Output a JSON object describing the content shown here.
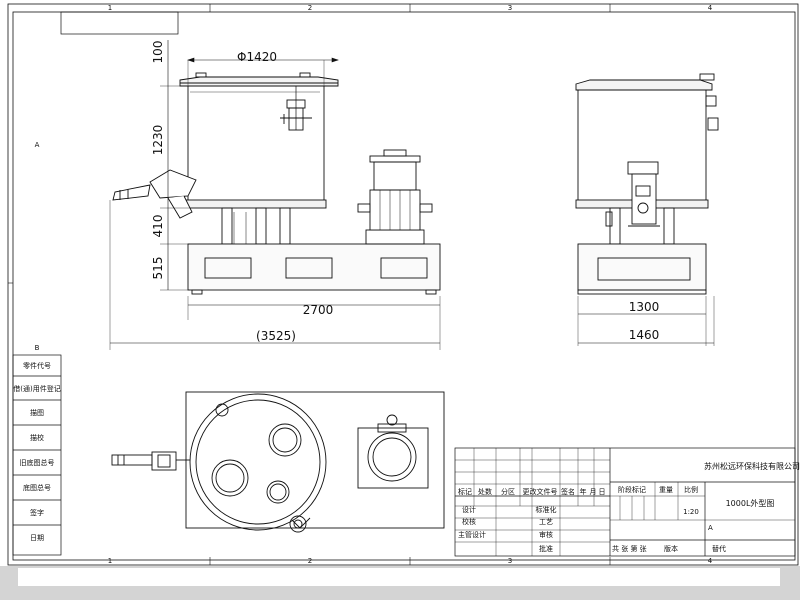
{
  "frame": {
    "top_zones": [
      "1",
      "2",
      "3",
      "4"
    ],
    "bottom_zones": [
      "1",
      "2",
      "3",
      "4"
    ],
    "left_rows": [
      "A",
      "B"
    ]
  },
  "front_view": {
    "diameter_label": "Φ1420",
    "height_labels": [
      "100",
      "1230",
      "410",
      "515"
    ],
    "width_label": "2700",
    "overall_width_label": "(3525)"
  },
  "side_view": {
    "width_label": "1300",
    "overall_width_label": "1460"
  },
  "left_table": {
    "rows": [
      "零件代号",
      "借(通)用件登记",
      "描图",
      "描校",
      "旧底图总号",
      "底图总号",
      "签字",
      "日期"
    ]
  },
  "title_block": {
    "revision_headers": [
      "标记",
      "处数",
      "分区",
      "更改文件号",
      "签名",
      "年",
      "月",
      "日"
    ],
    "roles": [
      "设计",
      "校核",
      "主管设计"
    ],
    "approvals": [
      "标准化",
      "工艺",
      "审核",
      "批准"
    ],
    "stage_headers": [
      "阶段标记",
      "重量",
      "比例"
    ],
    "scale": "1:20",
    "company": "苏州松远环保科技有限公司",
    "drawing_title": "1000L外型图",
    "sheet_text": "共  张  第  张",
    "version": "版本",
    "replace": "替代",
    "zone": "A"
  },
  "colors": {
    "line": "#111111",
    "frame_gray": "#cfcfcf",
    "background": "#ffffff"
  }
}
